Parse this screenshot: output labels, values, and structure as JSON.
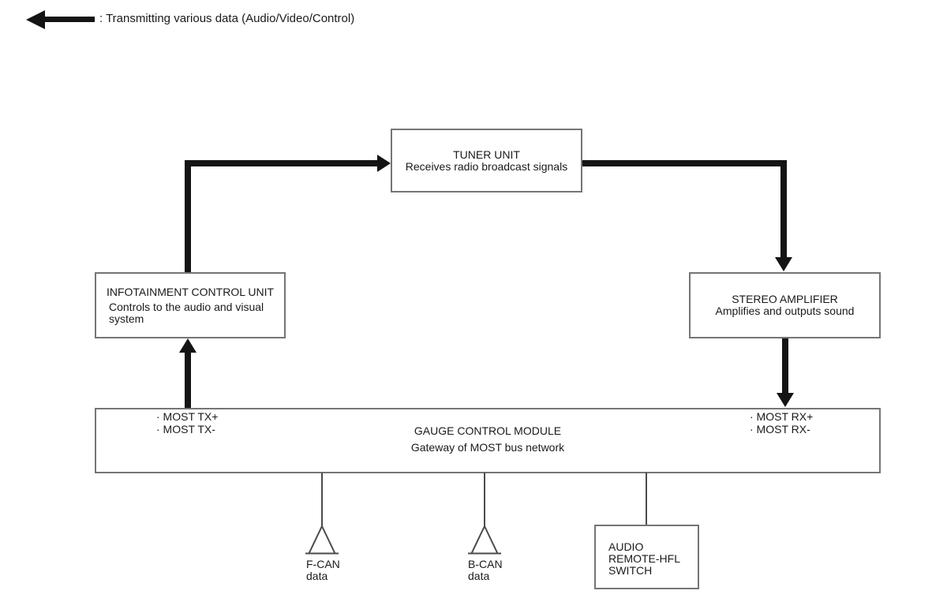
{
  "legend": {
    "icon": "left-arrow",
    "label": ": Transmitting various data (Audio/Video/Control)"
  },
  "nodes": {
    "tuner": {
      "title": "TUNER UNIT",
      "desc": "Receives radio broadcast signals"
    },
    "infotainment": {
      "title": "INFOTAINMENT CONTROL UNIT",
      "desc": "Controls to the audio and visual system"
    },
    "amplifier": {
      "title": "STEREO AMPLIFIER",
      "desc": "Amplifies and outputs sound"
    },
    "gauge": {
      "title": "GAUGE CONTROL MODULE",
      "desc": "Gateway of MOST bus network",
      "tx": [
        "· MOST TX+",
        "· MOST TX-"
      ],
      "rx": [
        "· MOST RX+",
        "· MOST RX-"
      ]
    },
    "audio_switch": {
      "lines": [
        "AUDIO",
        "REMOTE-HFL",
        "SWITCH"
      ]
    }
  },
  "connectors": {
    "fcan": {
      "name": "F-CAN",
      "sub": "data"
    },
    "bcan": {
      "name": "B-CAN",
      "sub": "data"
    }
  },
  "flows": [
    {
      "from": "infotainment",
      "to": "tuner"
    },
    {
      "from": "tuner",
      "to": "amplifier"
    },
    {
      "from": "amplifier",
      "to": "gauge"
    },
    {
      "from": "gauge",
      "to": "infotainment"
    }
  ],
  "colors": {
    "arrow": "#141414",
    "border": "#757575",
    "line": "#4a4a4a",
    "text": "#1a1a1a",
    "bg": "#ffffff"
  }
}
